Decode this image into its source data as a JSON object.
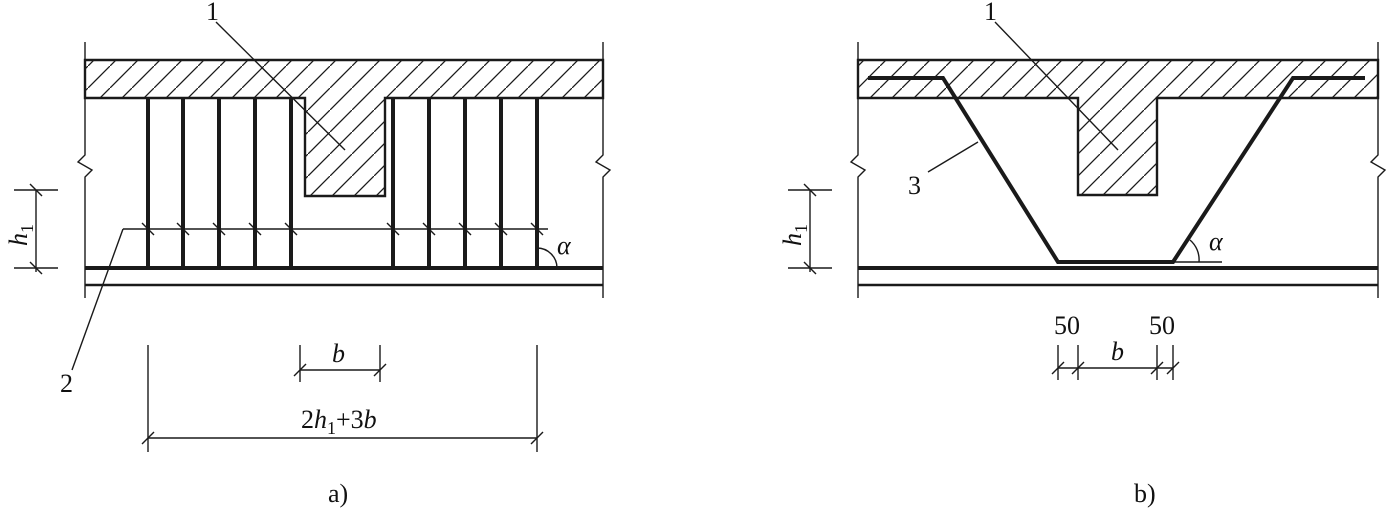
{
  "colors": {
    "ink": "#1a1a1a",
    "background": "#ffffff"
  },
  "panel_a": {
    "caption": "a)",
    "callouts": {
      "slab_label": "1",
      "bars_label": "2"
    },
    "dim_h_var": "h",
    "dim_h_sub": "1",
    "dim_b": "b",
    "dim_total_prefix": "2",
    "dim_total_var1": "h",
    "dim_total_sub": "1",
    "dim_total_mid": "+3",
    "dim_total_var2": "b",
    "angle": "α"
  },
  "panel_b": {
    "caption": "b)",
    "callouts": {
      "slab_label": "1",
      "bent_bar_label": "3"
    },
    "dim_h_var": "h",
    "dim_h_sub": "1",
    "dim_left": "50",
    "dim_b": "b",
    "dim_right": "50",
    "angle": "α"
  }
}
